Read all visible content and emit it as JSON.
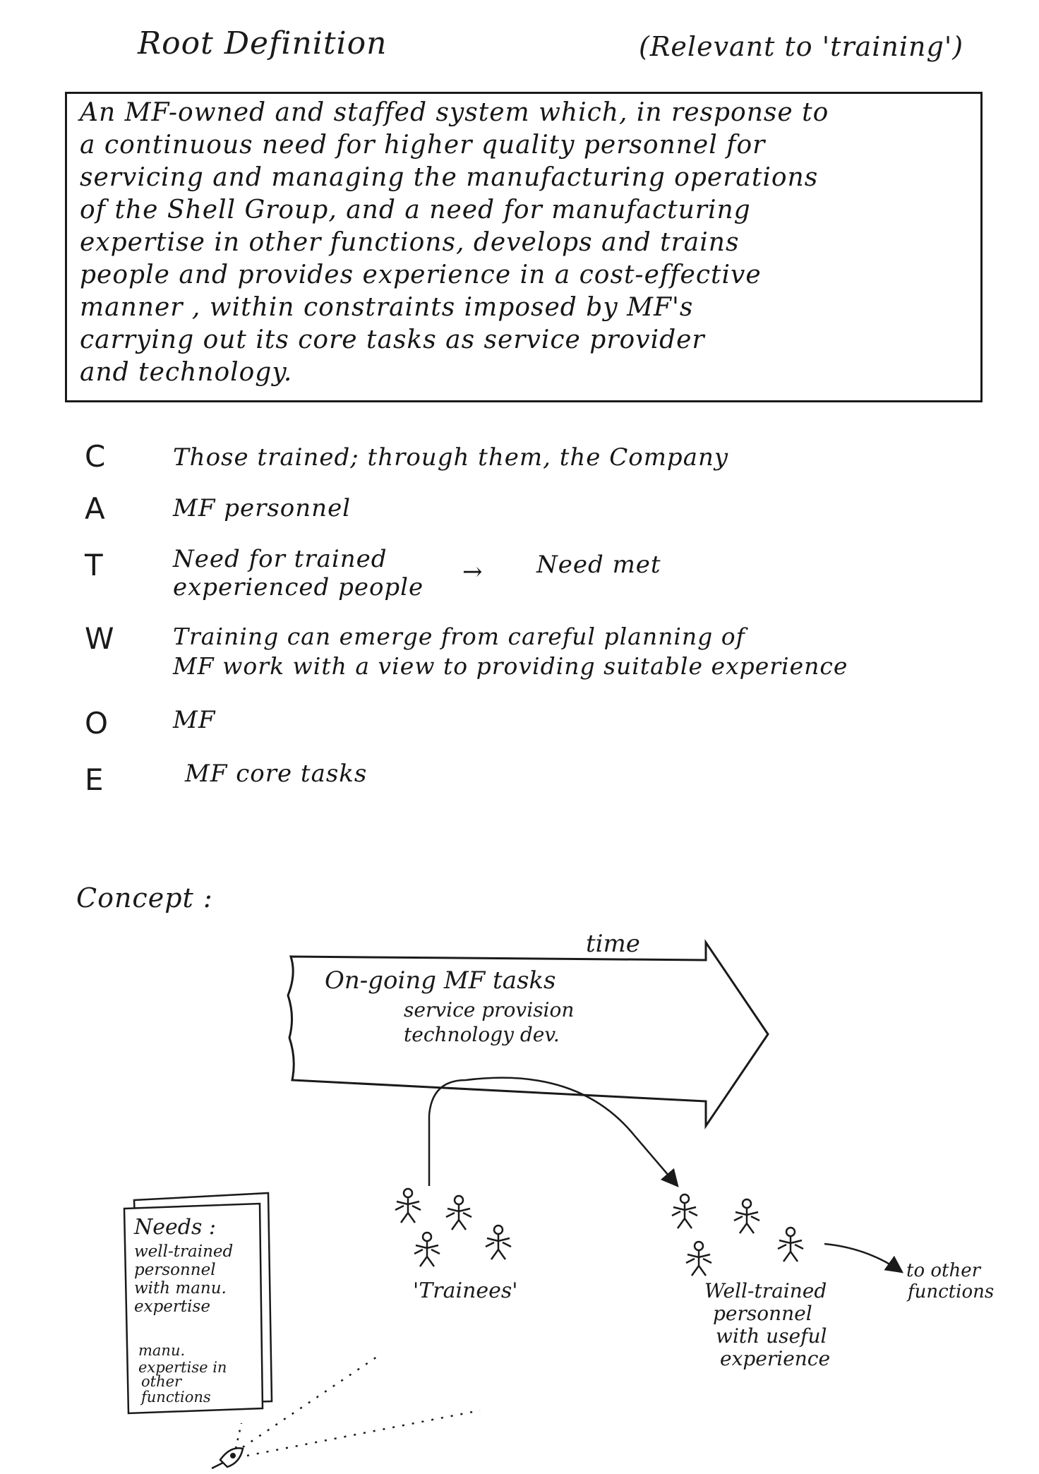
{
  "header": {
    "title": "Root Definition",
    "subtitle": "(Relevant to 'training')"
  },
  "root_definition": {
    "lines": [
      "An MF-owned and staffed system which, in response to",
      "a continuous need for higher quality personnel for",
      "servicing and managing the manufacturing operations",
      "of the Shell Group, and a need for manufacturing",
      "expertise in other functions, develops and trains",
      "people and provides experience in a cost-effective",
      "manner , within constraints imposed by MF's",
      "carrying out its core tasks as service provider",
      "and technology."
    ]
  },
  "catwoe": [
    {
      "letter": "C",
      "text": [
        "Those trained; through them, the Company"
      ]
    },
    {
      "letter": "A",
      "text": [
        "MF personnel"
      ]
    },
    {
      "letter": "T",
      "text": [
        "Need for trained",
        "experienced people"
      ],
      "arrow": "→",
      "result": "Need met"
    },
    {
      "letter": "W",
      "text": [
        "Training can emerge from careful planning of",
        "MF work with a view to providing suitable experience"
      ]
    },
    {
      "letter": "O",
      "text": [
        "MF"
      ]
    },
    {
      "letter": "E",
      "text": [
        "MF core tasks"
      ]
    }
  ],
  "concept": {
    "label": "Concept :",
    "time_label": "time",
    "arrow_title": "On-going MF tasks",
    "arrow_sub1": "service provision",
    "arrow_sub2": "technology dev.",
    "needs_title": "Needs :",
    "needs_lines": [
      "well-trained",
      "personnel",
      "with manu.",
      "expertise"
    ],
    "needs_lines2": [
      "manu.",
      "expertise in",
      "other",
      "functions"
    ],
    "trainees_label": "'Trainees'",
    "trained_lines": [
      "Well-trained",
      "personnel",
      "with useful",
      "experience"
    ],
    "other_lines": [
      "to other",
      "functions"
    ]
  }
}
